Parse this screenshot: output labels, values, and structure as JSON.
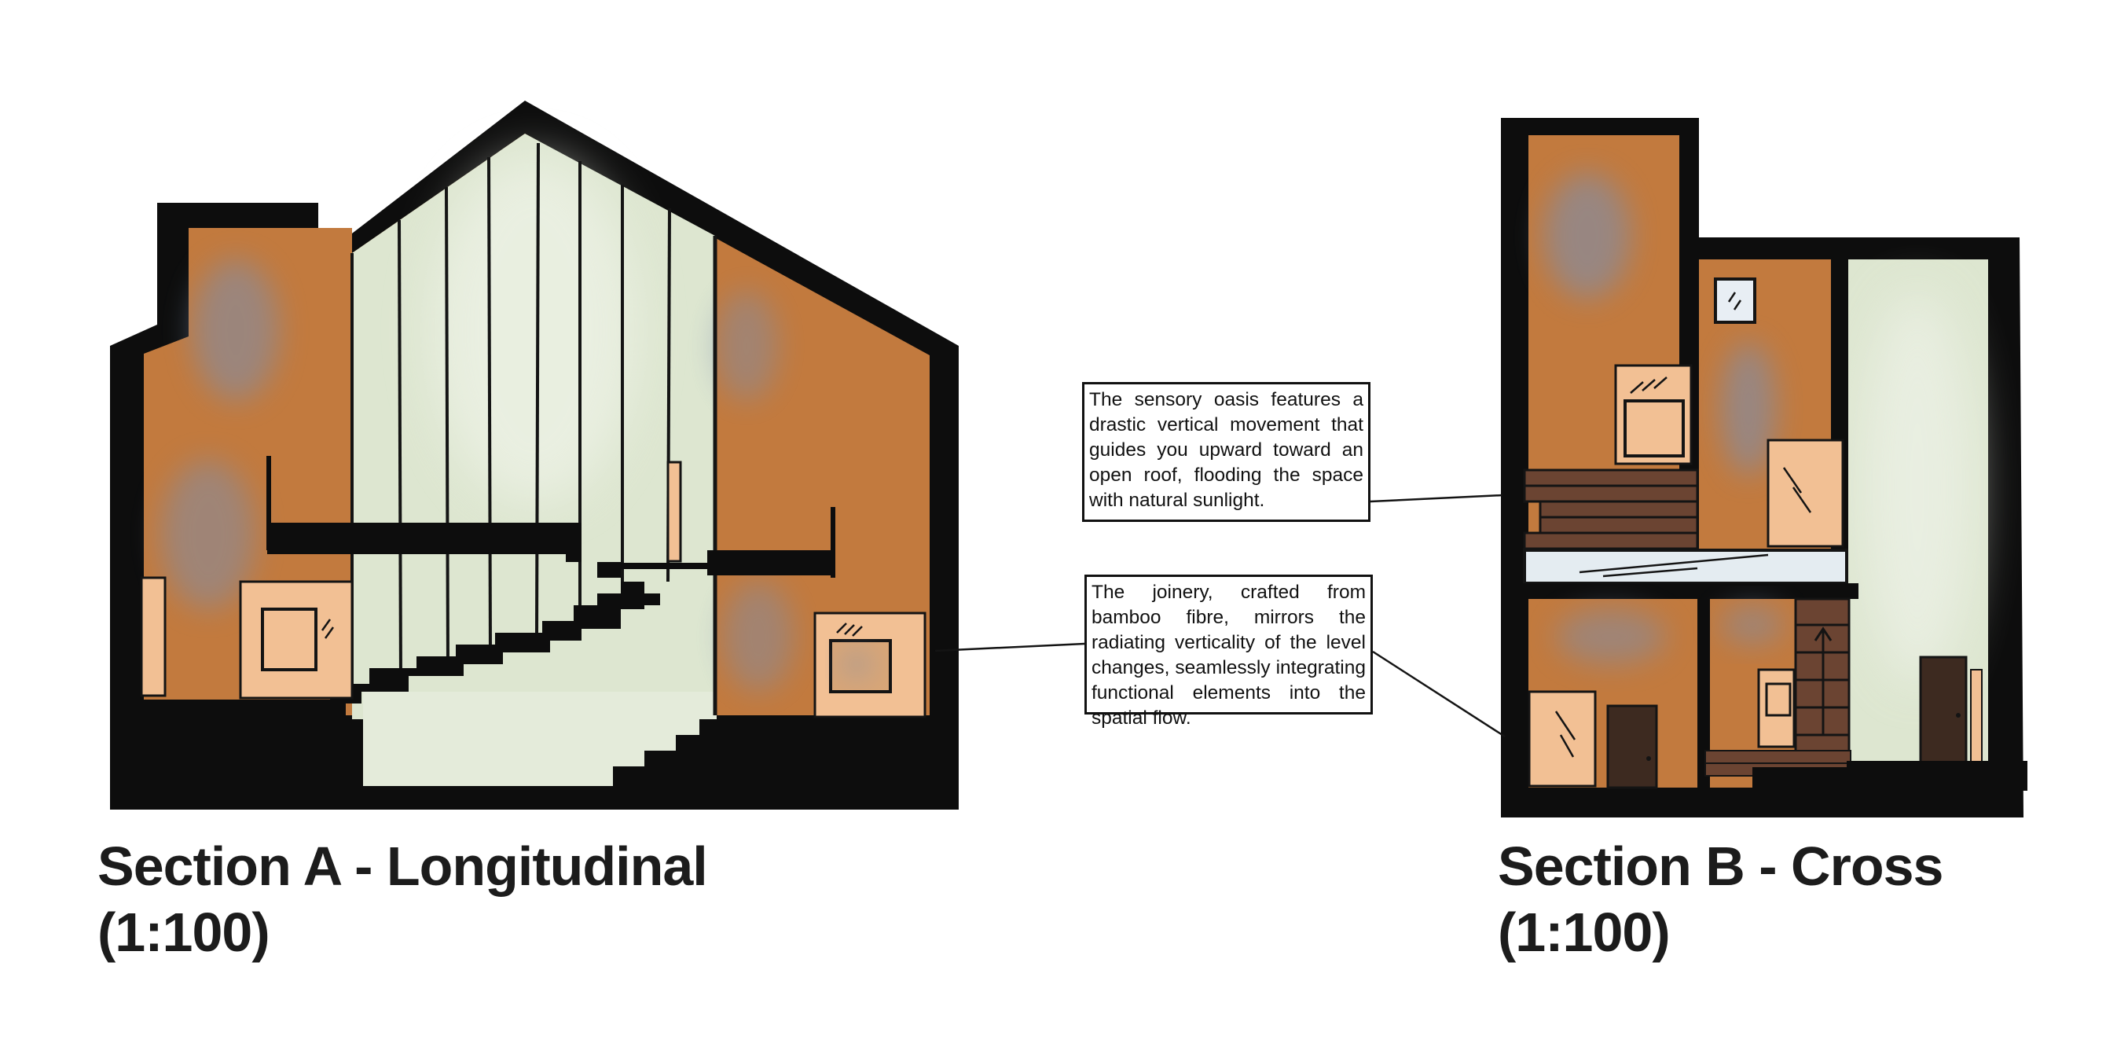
{
  "section_a": {
    "title_line1": "Section A - Longitudinal",
    "title_line2": "(1:100)"
  },
  "section_b": {
    "title_line1": "Section B - Cross",
    "title_line2": "(1:100)"
  },
  "callouts": [
    "The sensory oasis features a drastic vertical movement that guides you upward toward an open roof, flooding the space with natural sunlight.",
    "The joinery, crafted from bamboo fibre, mirrors the radiating verticality of the level changes, seamlessly integrating functional elements into the spatial flow."
  ],
  "colors": {
    "wall_cut": "#0d0d0d",
    "terracotta": "#c27a3e",
    "joinery": "#f2c094",
    "light_space": "#dde6d0",
    "stair_wood": "#6b4432",
    "blue_wash": "#7d8fae",
    "glass": "#e4ecf1"
  }
}
